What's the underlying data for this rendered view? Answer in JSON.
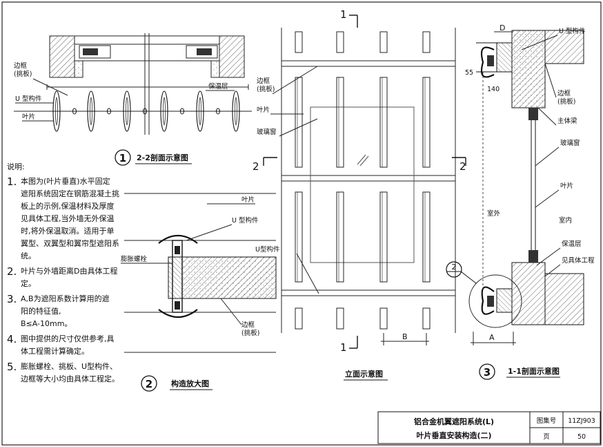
{
  "sheet": {
    "title_line1": "铝合金机翼遮阳系统(L)",
    "title_line2": "叶片垂直安装构造(二)",
    "atlas_label": "图集号",
    "atlas_value": "11ZJ903",
    "page_label": "页",
    "page_value": "50"
  },
  "notes": {
    "heading": "说明:",
    "items": [
      {
        "num": "1.",
        "lines": [
          "本图为(叶片垂直)水平固定",
          "遮阳系统固定在钢筋混凝土挑",
          "板上的示例,保温材料及厚度",
          "见具体工程,当外墙无外保温",
          "时,将外保温取消。适用于单",
          "翼型、双翼型和翼帘型遮阳系",
          "统。"
        ]
      },
      {
        "num": "2.",
        "lines": [
          "叶片与外墙距离D由具体工程",
          "定。"
        ]
      },
      {
        "num": "3.",
        "lines": [
          "A,B为遮阳系数计算用的遮",
          "阳的特征值,",
          "B≤A-10mm。"
        ]
      },
      {
        "num": "4.",
        "lines": [
          "图中提供的尺寸仅供参考,具",
          "体工程需计算确定。"
        ]
      },
      {
        "num": "5.",
        "lines": [
          "膨胀螺栓、挑板、U型构件、",
          "边框等大小均由具体工程定。"
        ]
      }
    ]
  },
  "fig1": {
    "num": "1",
    "title": "2-2剖面示意图",
    "labels": {
      "frame": "边框",
      "frame_sub": "(挑板)",
      "u_part": "U 型构件",
      "blade": "叶片",
      "insulation": "保温层"
    }
  },
  "fig2": {
    "num": "2",
    "title": "构造放大图",
    "labels": {
      "blade": "叶片",
      "u_part": "U 型构件",
      "bolt": "膨胀螺栓",
      "frame": "边框",
      "frame_sub": "(挑板)"
    }
  },
  "fig_elev": {
    "title": "立面示意图",
    "labels": {
      "frame": "边框",
      "frame_sub": "(挑板)",
      "blade": "叶片",
      "glass": "玻璃窗",
      "u_part": "U型构件",
      "dim_b": "B",
      "sec_top": "1",
      "sec_bottom": "1",
      "sec_left": "2",
      "sec_right": "2"
    }
  },
  "fig3": {
    "num": "3",
    "title": "1-1剖面示意图",
    "labels": {
      "dim_d": "D",
      "u_part": "U 型构件",
      "dim_55": "55",
      "dim_140": "140",
      "frame": "边框",
      "frame_sub": "(挑板)",
      "main_beam": "主体梁",
      "glass": "玻璃窗",
      "blade": "叶片",
      "outdoor": "室外",
      "indoor": "室内",
      "insulation": "保温层",
      "see_project": "见具体工程",
      "detail_ref": "2",
      "dim_a": "A"
    }
  }
}
